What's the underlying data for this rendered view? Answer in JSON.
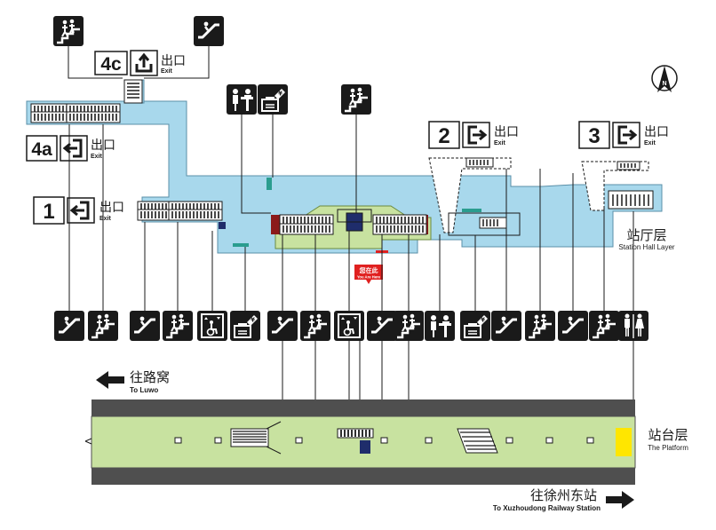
{
  "exits": {
    "exit_4c": {
      "number": "4c",
      "cn": "出口",
      "en": "Exit"
    },
    "exit_4a": {
      "number": "4a",
      "cn": "出口",
      "en": "Exit"
    },
    "exit_1": {
      "number": "1",
      "cn": "出口",
      "en": "Exit"
    },
    "exit_2": {
      "number": "2",
      "cn": "出口",
      "en": "Exit"
    },
    "exit_3": {
      "number": "3",
      "cn": "出口",
      "en": "Exit"
    }
  },
  "you_are_here": {
    "cn": "您在此",
    "en": "You Are Here"
  },
  "levels": {
    "hall": {
      "cn": "站厅层",
      "en": "Station Hall Layer"
    },
    "platform": {
      "cn": "站台层",
      "en": "The Platform"
    }
  },
  "directions": {
    "west": {
      "cn": "往路窝",
      "en": "To Luwo"
    },
    "east": {
      "cn": "往徐州东站",
      "en": "To Xuzhoudong Railway Station"
    }
  },
  "compass_label": "N",
  "icon_row": [
    "escalator",
    "stairs",
    "escalator",
    "stairs",
    "elevator",
    "ticket-machine",
    "escalator",
    "stairs",
    "elevator",
    "escalator",
    "stairs",
    "service-center",
    "ticket-machine",
    "escalator",
    "stairs",
    "escalator",
    "stairs",
    "toilet"
  ],
  "colors": {
    "hall_blue": "#a8d8ec",
    "paid_green": "#c8e2a0",
    "track_gray": "#4f4f4f",
    "icon_black": "#1a1a1a",
    "marker_red": "#e0201f",
    "stair_red": "#8b1a1a",
    "teal": "#2a9d8f",
    "highlight_yellow": "#ffe600",
    "elevator_navy": "#1f2d6b"
  }
}
